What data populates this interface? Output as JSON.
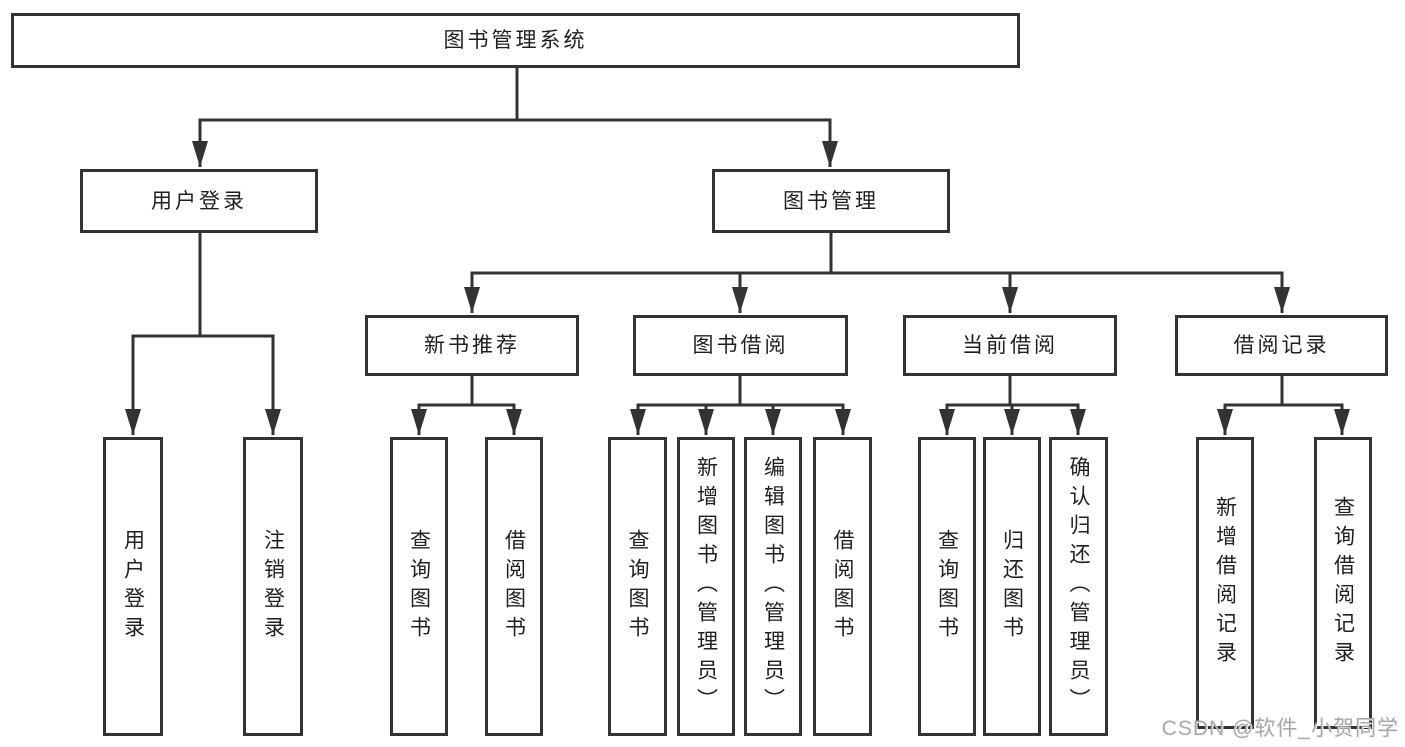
{
  "tree": {
    "root": {
      "label": "图书管理系统"
    },
    "branches": [
      {
        "label": "用户登录",
        "leaves": [
          {
            "label": "用户登录"
          },
          {
            "label": "注销登录"
          }
        ]
      },
      {
        "label": "图书管理",
        "sections": [
          {
            "label": "新书推荐",
            "leaves": [
              {
                "label": "查询图书"
              },
              {
                "label": "借阅图书"
              }
            ]
          },
          {
            "label": "图书借阅",
            "leaves": [
              {
                "label": "查询图书"
              },
              {
                "label": "新增图书（管理员）"
              },
              {
                "label": "编辑图书（管理员）"
              },
              {
                "label": "借阅图书"
              }
            ]
          },
          {
            "label": "当前借阅",
            "leaves": [
              {
                "label": "查询图书"
              },
              {
                "label": "归还图书"
              },
              {
                "label": "确认归还（管理员）"
              }
            ]
          },
          {
            "label": "借阅记录",
            "leaves": [
              {
                "label": "新增借阅记录"
              },
              {
                "label": "查询借阅记录"
              }
            ]
          }
        ]
      }
    ]
  },
  "watermark": {
    "text": "CSDN @软件_小贺同学"
  },
  "colors": {
    "line": "#333333",
    "box_border": "#333333",
    "box_fill": "#ffffff",
    "text": "#1f1f1f",
    "watermark": "#a8a8a8",
    "background": "#ffffff"
  }
}
